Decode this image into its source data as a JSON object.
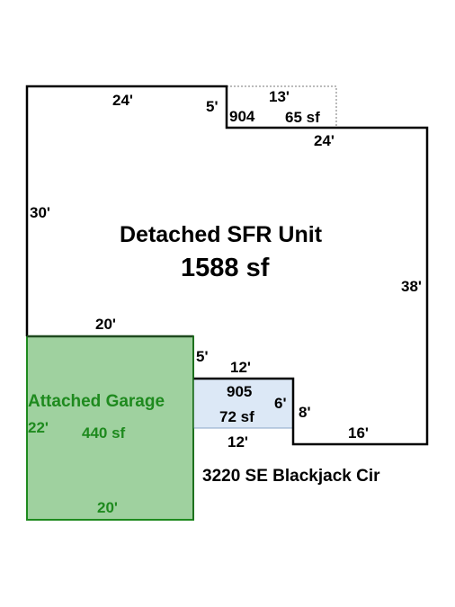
{
  "main_unit": {
    "title": "Detached SFR Unit",
    "area": "1588 sf",
    "dims": {
      "top_left": "24'",
      "notch_down": "5'",
      "notch_top": "13'",
      "top_right": "24'",
      "left": "30'",
      "right": "38'",
      "above_garage": "20'",
      "bottom_right": "16'"
    }
  },
  "section_904": {
    "id": "904",
    "area": "65 sf"
  },
  "section_905": {
    "id": "905",
    "area": "72 sf",
    "dims": {
      "drop": "5'",
      "top": "12'",
      "right": "6'",
      "bottom": "12'",
      "step": "8'"
    }
  },
  "garage": {
    "title": "Attached Garage",
    "area": "440 sf",
    "dims": {
      "left": "22'",
      "bottom": "20'"
    },
    "fill": "#9fd19f",
    "text_color": "#1e8a1e"
  },
  "address": "3220 SE Blackjack Cir",
  "colors": {
    "outline": "#000000",
    "section_905_fill": "#dce8f6",
    "dotted": "#777777"
  }
}
